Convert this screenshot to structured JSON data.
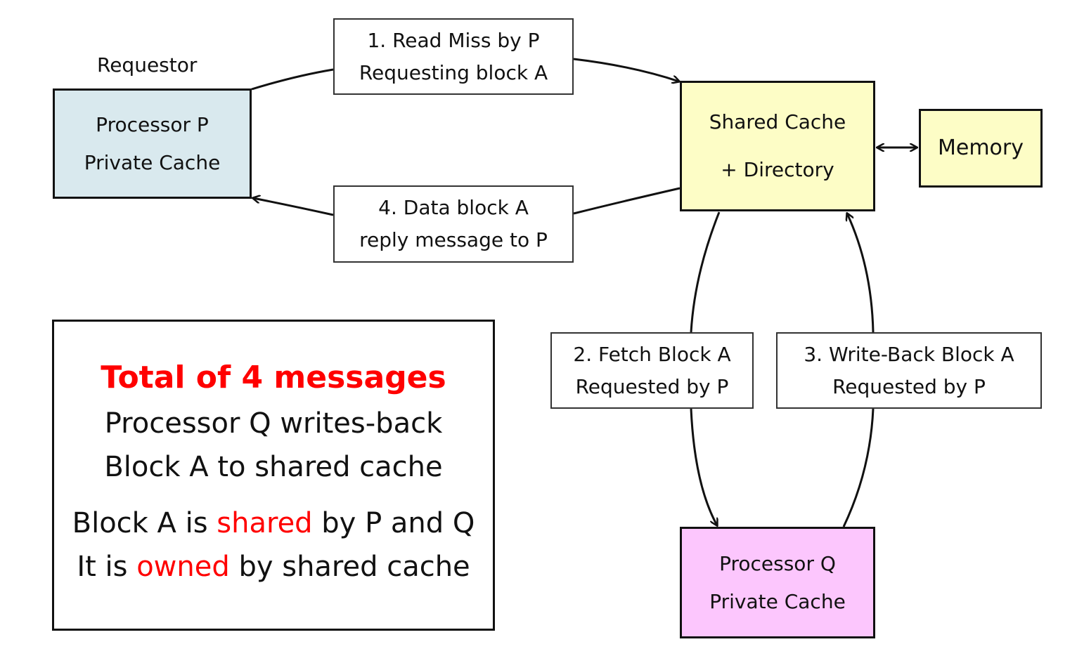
{
  "nodes": {
    "requestor_label": "Requestor",
    "processor_p": {
      "line1": "Processor P",
      "line2": "Private Cache"
    },
    "shared_cache": {
      "line1": "Shared Cache",
      "line2": "+ Directory"
    },
    "memory": "Memory",
    "processor_q": {
      "line1": "Processor Q",
      "line2": "Private Cache"
    }
  },
  "messages": [
    {
      "line1": "1. Read Miss by P",
      "line2": "Requesting block A"
    },
    {
      "line1": "2. Fetch Block A",
      "line2": "Requested by P"
    },
    {
      "line1": "3. Write-Back Block A",
      "line2": "Requested by P"
    },
    {
      "line1": "4. Data block A",
      "line2": "reply message to P"
    }
  ],
  "summary": {
    "title": "Total of 4 messages",
    "line1": "Processor Q writes-back",
    "line2": "Block A to shared cache",
    "line3": {
      "pre": "Block A is ",
      "highlight": "shared",
      "post": " by P and Q"
    },
    "line4": {
      "pre": "It is ",
      "highlight": "owned",
      "post": " by shared cache"
    }
  },
  "colors": {
    "processor_p_fill": "#d9e9ee",
    "shared_cache_fill": "#fdfdc6",
    "memory_fill": "#fdfdc6",
    "processor_q_fill": "#fcc6fd",
    "highlight": "#ff0000"
  }
}
